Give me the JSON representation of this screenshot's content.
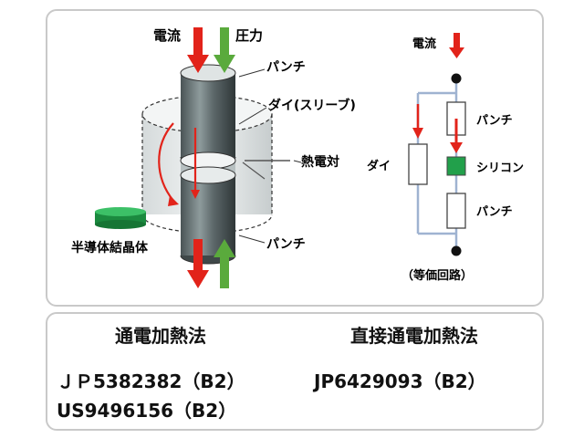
{
  "diagram": {
    "labels": {
      "current_top": "電流",
      "pressure": "圧力",
      "punch_top": "パンチ",
      "die_sleeve": "ダイ(スリーブ)",
      "thermocouple": "熱電対",
      "semiconductor_crystal": "半導体結晶体",
      "punch_bottom": "パンチ"
    },
    "circuit": {
      "current": "電流",
      "punch_top": "パンチ",
      "die": "ダイ",
      "silicon": "シリコン",
      "punch_bottom": "パンチ",
      "caption": "（等価回路）"
    },
    "colors": {
      "current_arrow": "#e2231a",
      "pressure_arrow": "#5aaa3c",
      "silicon": "#22a04b",
      "crystal": "#22a04b",
      "wire": "#9fb3d1"
    }
  },
  "patents": {
    "left_heading": "通電加熱法",
    "right_heading": "直接通電加熱法",
    "left_numbers": [
      "ＪＰ5382382（B2）",
      "US9496156（B2）"
    ],
    "right_numbers": [
      "JP6429093（B2）"
    ]
  }
}
